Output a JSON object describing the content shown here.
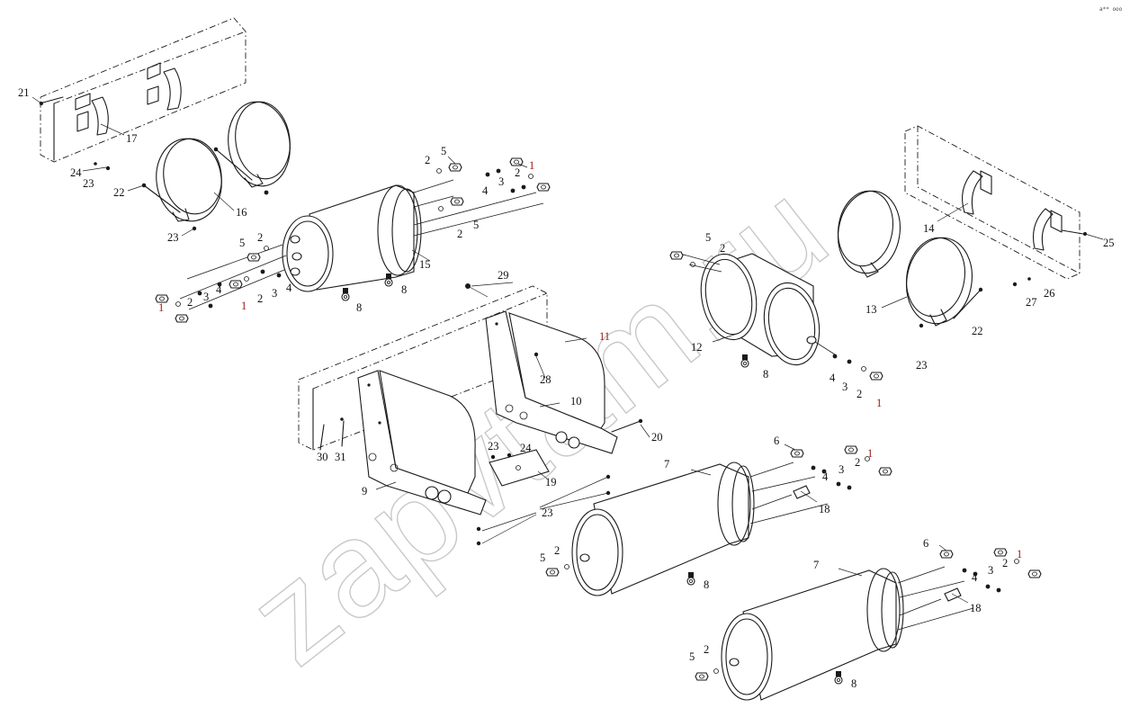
{
  "watermark": "zapvtam.ru",
  "corner_mark": "a** ooo",
  "callouts": {
    "c21": "21",
    "c17": "17",
    "c24a": "24",
    "c23a": "23",
    "c22a": "22",
    "c16": "16",
    "c23b": "23",
    "c5a": "5",
    "c2a": "2",
    "c2b": "2",
    "c1a": "1",
    "c4a": "4",
    "c3a": "3",
    "c2c": "2",
    "c5b": "5",
    "c15": "15",
    "c8a": "8",
    "c8b": "8",
    "c5c": "5",
    "c2d": "2",
    "c4b": "4",
    "c2e": "2",
    "c3b": "3",
    "c1b": "1",
    "c2f": "2",
    "c3c": "3",
    "c4c": "4",
    "c1c": "1",
    "c29": "29",
    "c11": "11",
    "c28": "28",
    "c10": "10",
    "c20": "20",
    "c30": "30",
    "c31": "31",
    "c23c": "23",
    "c24b": "24",
    "c19": "19",
    "c9": "9",
    "c23d": "23",
    "c5d": "5",
    "c2g": "2",
    "c12": "12",
    "c8c": "8",
    "c4d": "4",
    "c3d": "3",
    "c2h": "2",
    "c1d": "1",
    "c14": "14",
    "c25": "25",
    "c13": "13",
    "c26": "26",
    "c27": "27",
    "c22b": "22",
    "c23e": "23",
    "c6a": "6",
    "c1e": "1",
    "c2i": "2",
    "c3e": "3",
    "c4e": "4",
    "c18a": "18",
    "c7a": "7",
    "c5e": "5",
    "c2j": "2",
    "c8d": "8",
    "c6b": "6",
    "c1f": "1",
    "c2k": "2",
    "c3f": "3",
    "c4f": "4",
    "c18b": "18",
    "c7b": "7",
    "c5f": "5",
    "c2l": "2",
    "c8e": "8"
  }
}
